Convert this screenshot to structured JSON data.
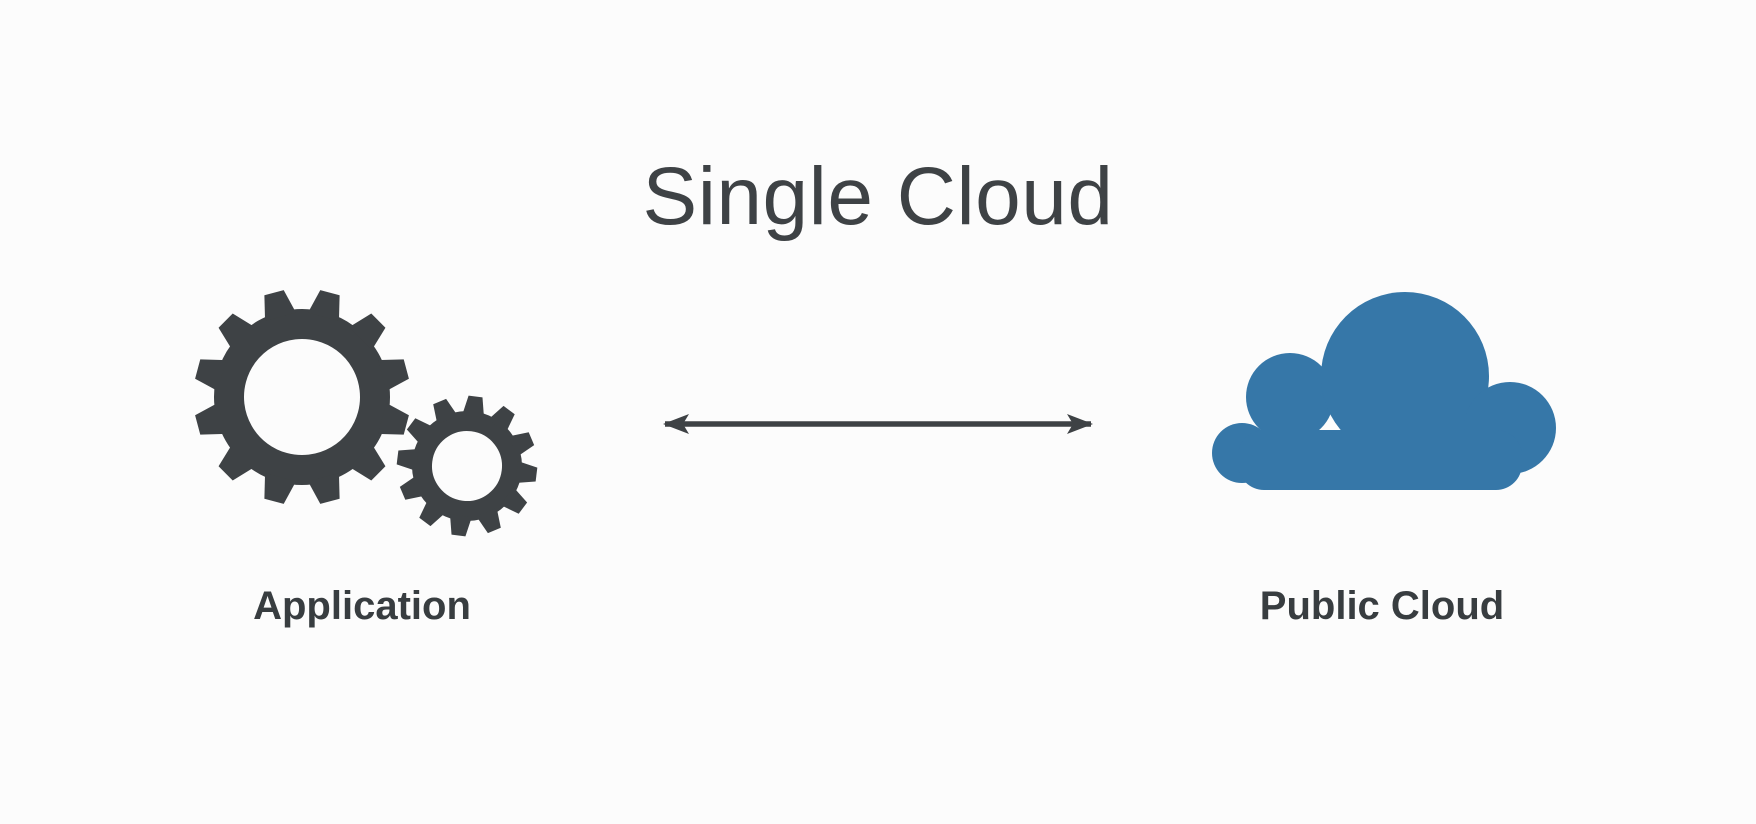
{
  "page": {
    "background": "#fcfcfc"
  },
  "colors": {
    "ink": "#3e4245",
    "label_ink": "#383d40",
    "cloud_blue": "#3677a8"
  },
  "diagram": {
    "title": "Single Cloud",
    "nodes": [
      {
        "id": "application",
        "label": "Application",
        "icon": "gears-icon"
      },
      {
        "id": "public-cloud",
        "label": "Public Cloud",
        "icon": "cloud-icon"
      }
    ],
    "connector": {
      "type": "bidirectional-arrow",
      "from": "application",
      "to": "public-cloud"
    }
  }
}
